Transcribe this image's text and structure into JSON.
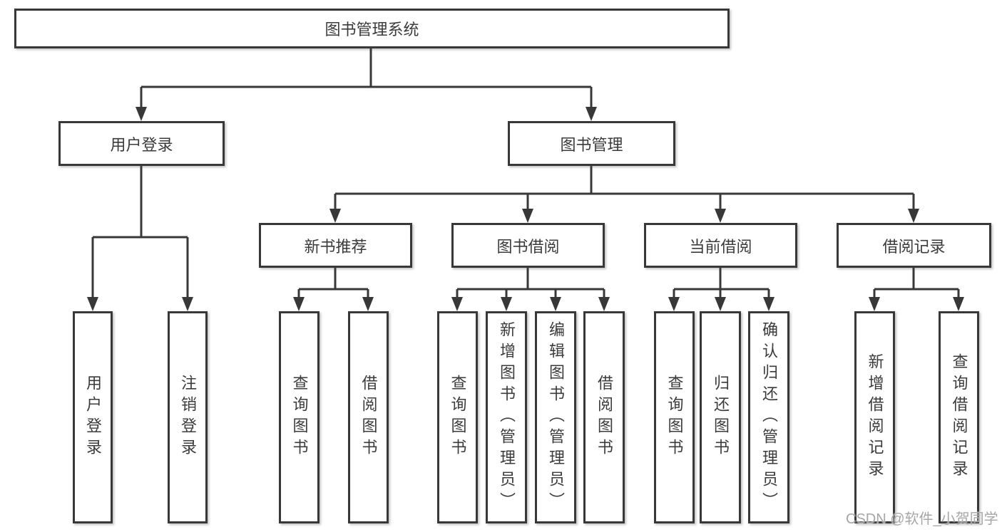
{
  "colors": {
    "line": "#383838",
    "text": "#3b3b3b",
    "box_background": "#ffffff",
    "watermark": "#a6a6a6"
  },
  "root": {
    "label": "图书管理系统"
  },
  "level2": {
    "user_login": "用户登录",
    "book_management": "图书管理"
  },
  "level3": {
    "new_books": "新书推荐",
    "book_borrow": "图书借阅",
    "current_borrow": "当前借阅",
    "borrow_records": "借阅记录"
  },
  "leaves": {
    "user_login": [
      "用户登录",
      "注销登录"
    ],
    "new_books": [
      "查询图书",
      "借阅图书"
    ],
    "book_borrow": [
      "查询图书",
      "新增图书（管理员）",
      "编辑图书（管理员）",
      "借阅图书"
    ],
    "current_borrow": [
      "查询图书",
      "归还图书",
      "确认归还（管理员）"
    ],
    "borrow_records": [
      "新增借阅记录",
      "查询借阅记录"
    ]
  },
  "watermark": "CSDN @软件_小贺同学"
}
